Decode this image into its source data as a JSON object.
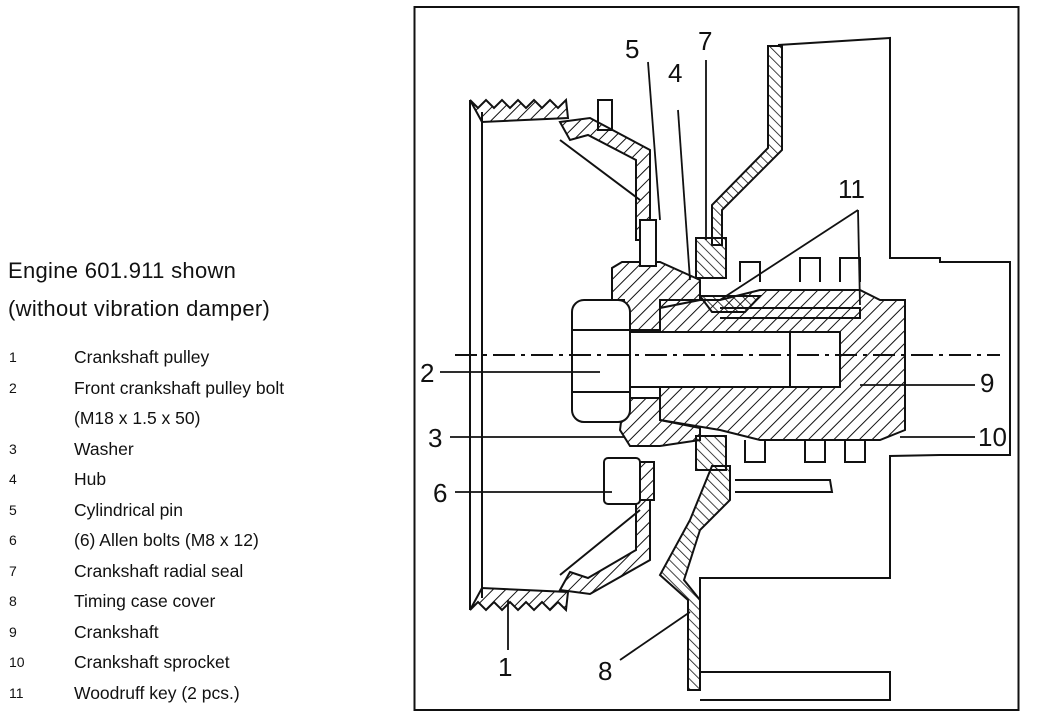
{
  "caption": {
    "line1": "Engine 601.911 shown",
    "line2": "(without vibration damper)"
  },
  "legend": [
    {
      "num": "1",
      "text": "Crankshaft pulley"
    },
    {
      "num": "2",
      "text": "Front crankshaft pulley bolt",
      "text2": "(M18 x 1.5 x 50)"
    },
    {
      "num": "3",
      "text": "Washer"
    },
    {
      "num": "4",
      "text": "Hub"
    },
    {
      "num": "5",
      "text": "Cylindrical pin"
    },
    {
      "num": "6",
      "text": "(6) Allen bolts (M8 x 12)"
    },
    {
      "num": "7",
      "text": "Crankshaft radial seal"
    },
    {
      "num": "8",
      "text": "Timing case cover"
    },
    {
      "num": "9",
      "text": "Crankshaft"
    },
    {
      "num": "10",
      "text": "Crankshaft sprocket"
    },
    {
      "num": "11",
      "text": "Woodruff key (2 pcs.)"
    }
  ],
  "callouts": [
    "5",
    "7",
    "4",
    "11",
    "2",
    "9",
    "3",
    "10",
    "6",
    "1",
    "8"
  ]
}
